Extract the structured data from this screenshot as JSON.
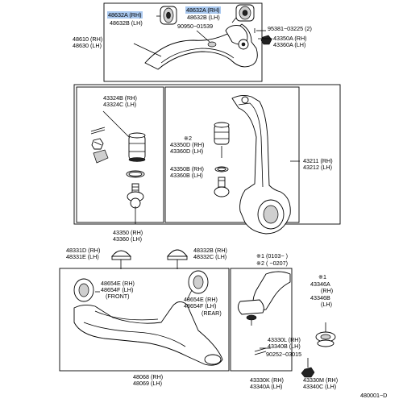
{
  "labels": {
    "l48632a_rh": "48632A (RH)",
    "l48632b_lh": "48632B (LH)",
    "l48632a_rh_2": "48632A (RH)",
    "l48632b_lh_2": "48632B (LH)",
    "l95381": "95381−03225 (2)",
    "l90950": "90950−01539",
    "l48610": "48610 (RH)",
    "l48630": "48630 (LH)",
    "l43350a": "43350A (RH)",
    "l43360a": "43360A (LH)",
    "l43324b": "43324B (RH)",
    "l43324c": "43324C (LH)",
    "l43350d": "※2",
    "l43350d_rh": "43350D (RH)",
    "l43360d_lh": "43360D (LH)",
    "l43350b_rh": "43350B (RH)",
    "l43360b_lh": "43360B (LH)",
    "l43211": "43211 (RH)",
    "l43212": "43212 (LH)",
    "l43350": "43350 (RH)",
    "l43360": "43360 (LH)",
    "l43331d": "48331D (RH)",
    "l43331e": "48331E (LH)",
    "l48332b": "48332B (RH)",
    "l48332c": "48332C (LH)",
    "note1": "※1  (0103−        )",
    "note2": "※2  (              −0207)",
    "l48654e_1": "48654E (RH)",
    "l48654f_1": "48654F (LH)",
    "front": "(FRONT)",
    "l48654e_2": "48654E (RH)",
    "l48654f_2": "48654F (LH)",
    "rear": "(REAR)",
    "star1": "※1",
    "l43346a": "43346A",
    "l43346a_rh": "(RH)",
    "l43346b": "43346B",
    "l43346b_lh": "(LH)",
    "l43330l": "43330L (RH)",
    "l43340b": "43340B (LH)",
    "l90252": "90252−03015",
    "l48068": "48068 (RH)",
    "l48069": "48069 (LH)",
    "l43330k": "43330K (RH)",
    "l43340a": "43340A (LH)",
    "l43330m": "43330M (RH)",
    "l43340c": "43340C (LH)",
    "code": "480001−D"
  }
}
